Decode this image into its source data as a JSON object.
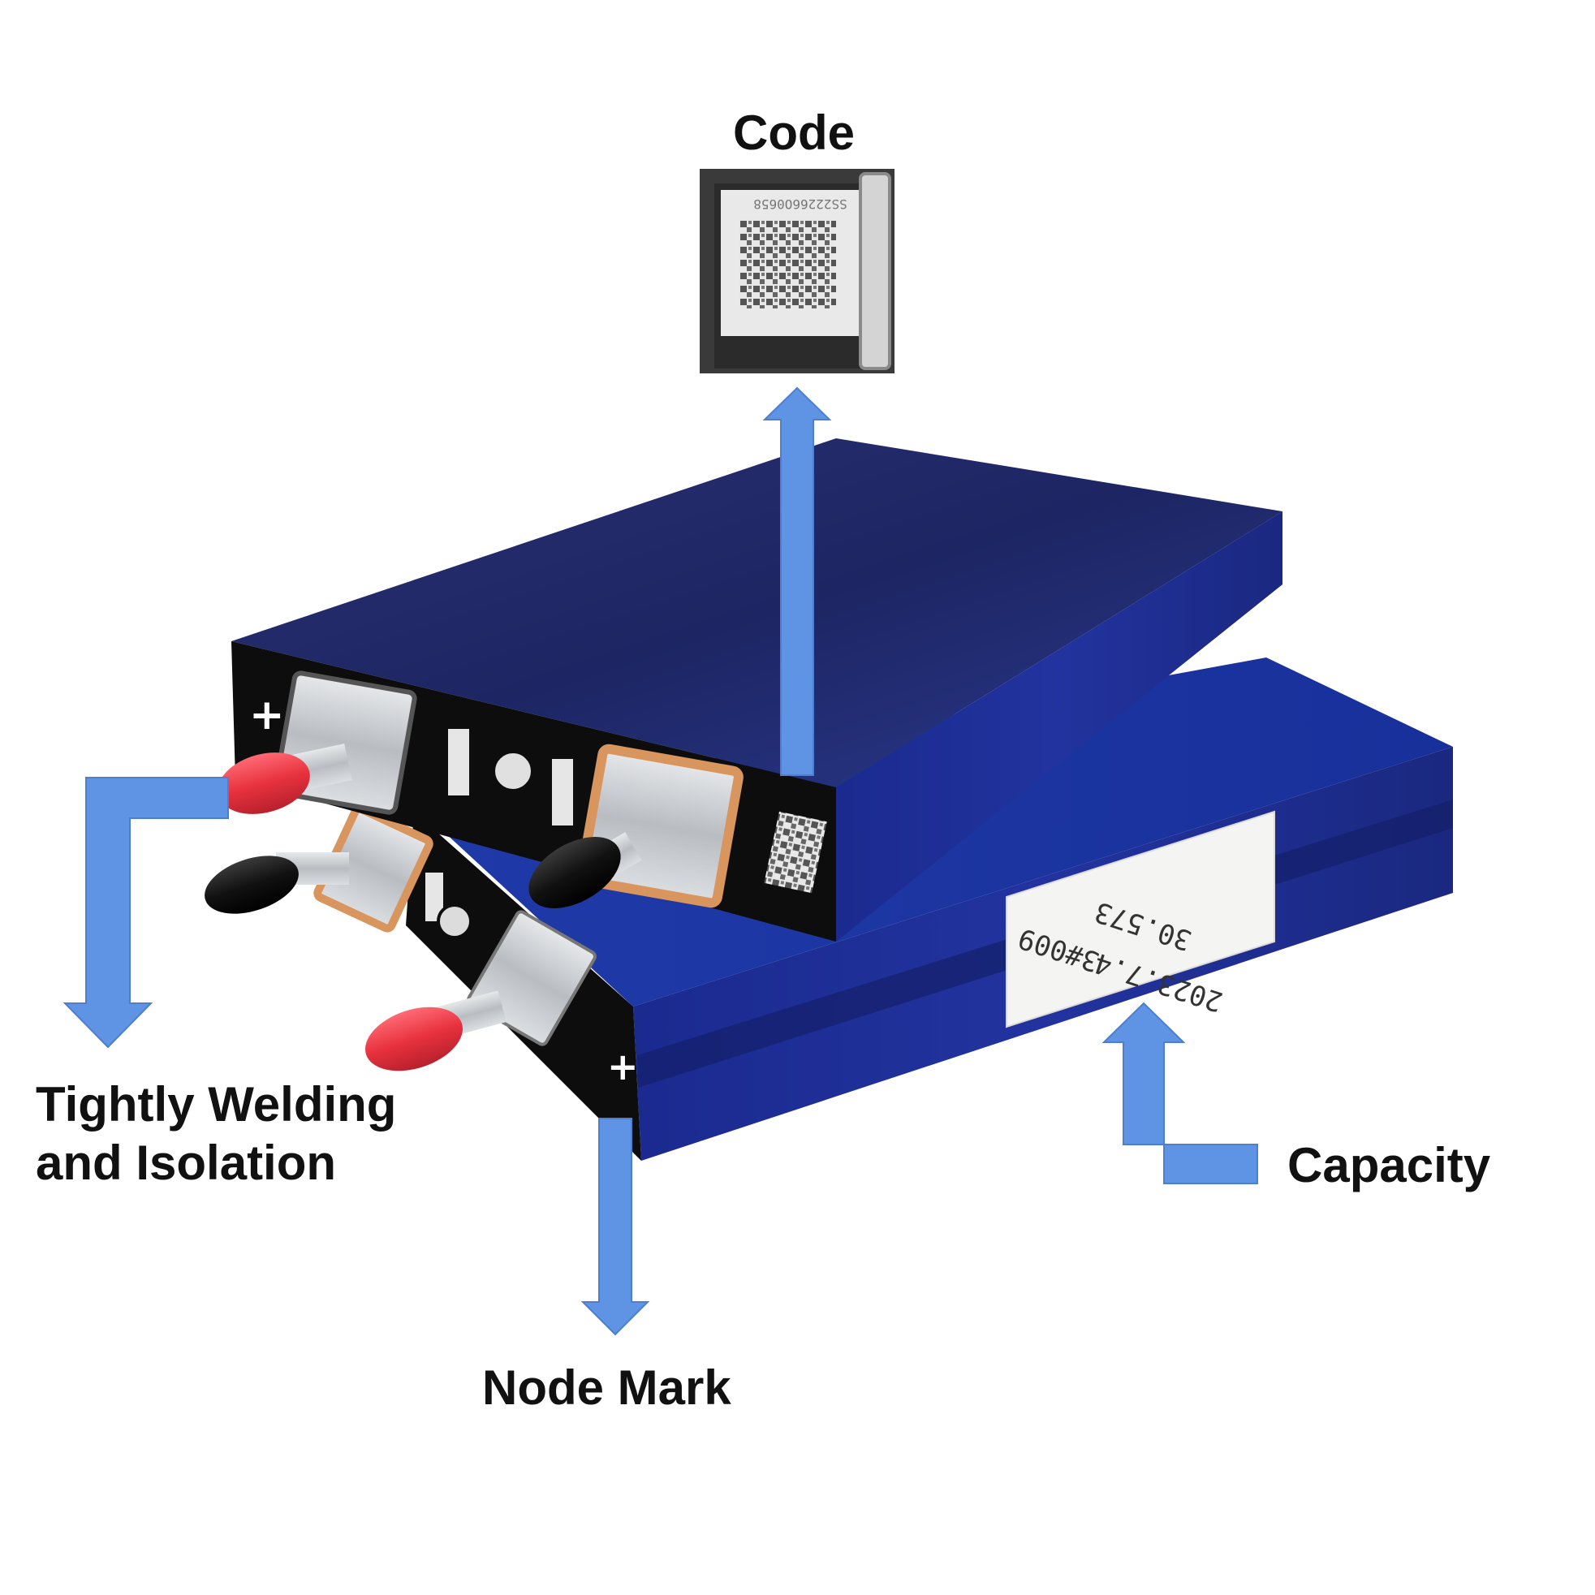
{
  "callouts": {
    "code": "Code",
    "welding_line1": "Tightly Welding",
    "welding_line2": "and Isolation",
    "node_mark": "Node Mark",
    "capacity": "Capacity"
  },
  "battery_label": {
    "line1": "2023.7.4",
    "line1b": "3#009",
    "line2": "30.573"
  },
  "code_closeup": {
    "serial": "SS22266O0658"
  },
  "terminal_symbols": {
    "positive": "+"
  },
  "colors": {
    "arrow": "#5f93e3",
    "arrow_edge": "#4d7fd0",
    "cell_blue_dark": "#1d2a86",
    "cell_blue": "#2b3fa8",
    "cap_red": "#e8323f",
    "cap_black": "#111111",
    "end_plate": "#0d0d0d",
    "terminal_metal": "#cfd2d6",
    "gasket": "#d9955e"
  }
}
